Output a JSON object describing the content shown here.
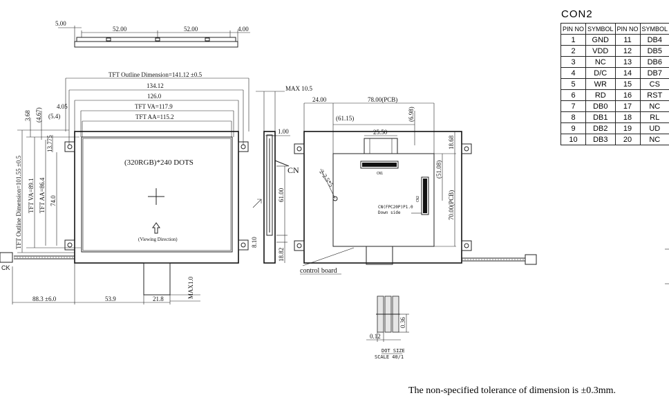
{
  "top_view": {
    "dim_left": "5.00",
    "dim_mid1": "52.00",
    "dim_mid2": "52.00",
    "dim_right": "4.00"
  },
  "front_view": {
    "outline_width": "TFT Outline Dimension=141.12 ±0.5",
    "dim_134": "134.12",
    "dim_126": "126.0",
    "va_width": "TFT VA=117.9",
    "aa_width": "TFT AA=115.2",
    "dim_4_05": "4.05",
    "dim_5_4": "(5.4)",
    "dim_3_68": "3.68",
    "dim_4_67": "(4.67)",
    "dim_13_775": "13.775",
    "outline_height": "TFT Outline Dimension=101.55 ±0.5",
    "va_height": "TFT VA=89.1",
    "aa_height": "TFT AA=86.4",
    "dim_74": "74.0",
    "resolution": "(320RGB)*240  DOTS",
    "viewing_direction": "(Viewing Direction)",
    "bottom_dim_1": "88.3 ±6.0",
    "bottom_dim_2": "53.9",
    "bottom_dim_3": "21.8",
    "max_1": "MAX1.0",
    "ck_label": "CK"
  },
  "side_view": {
    "max_10_5": "MAX 10.5",
    "dim_1_00": "1.00",
    "cn_label": "CN",
    "dim_61": "61.00",
    "dim_8_10": "8.10",
    "dim_18_82": "18.82"
  },
  "back_view": {
    "dim_24": "24.00",
    "pcb_width": "78.00(PCB)",
    "dim_61_15": "(61.15)",
    "dim_6_98": "(6.98)",
    "dim_25_50": "25.50",
    "dim_18_68": "18.68",
    "dim_51_08": "(51.08)",
    "pcb_height": "70.00(PCB)",
    "hole": "2-2.5*5",
    "connector_note_1": "CN(FPC20P)P1.0",
    "connector_note_2": "Down side",
    "pin1_label": "CN1",
    "pin20_label": "CN2",
    "control_board": "control board"
  },
  "dot_size": {
    "dim_0_36": "0.36",
    "dim_0_12": "0.12",
    "title": "DOT SIZE",
    "scale": "SCALE 40/1"
  },
  "connector_table": {
    "title": "CON2",
    "headers": [
      "PIN NO",
      "SYMBOL",
      "PIN NO",
      "SYMBOL"
    ],
    "rows": [
      [
        "1",
        "GND",
        "11",
        "DB4"
      ],
      [
        "2",
        "VDD",
        "12",
        "DB5"
      ],
      [
        "3",
        "NC",
        "13",
        "DB6"
      ],
      [
        "4",
        "D/C",
        "14",
        "DB7"
      ],
      [
        "5",
        "WR",
        "15",
        "CS"
      ],
      [
        "6",
        "RD",
        "16",
        "RST"
      ],
      [
        "7",
        "DB0",
        "17",
        "NC"
      ],
      [
        "8",
        "DB1",
        "18",
        "RL"
      ],
      [
        "9",
        "DB2",
        "19",
        "UD"
      ],
      [
        "10",
        "DB3",
        "20",
        "NC"
      ]
    ]
  },
  "note": "The non-specified tolerance of dimension is ±0.3mm."
}
